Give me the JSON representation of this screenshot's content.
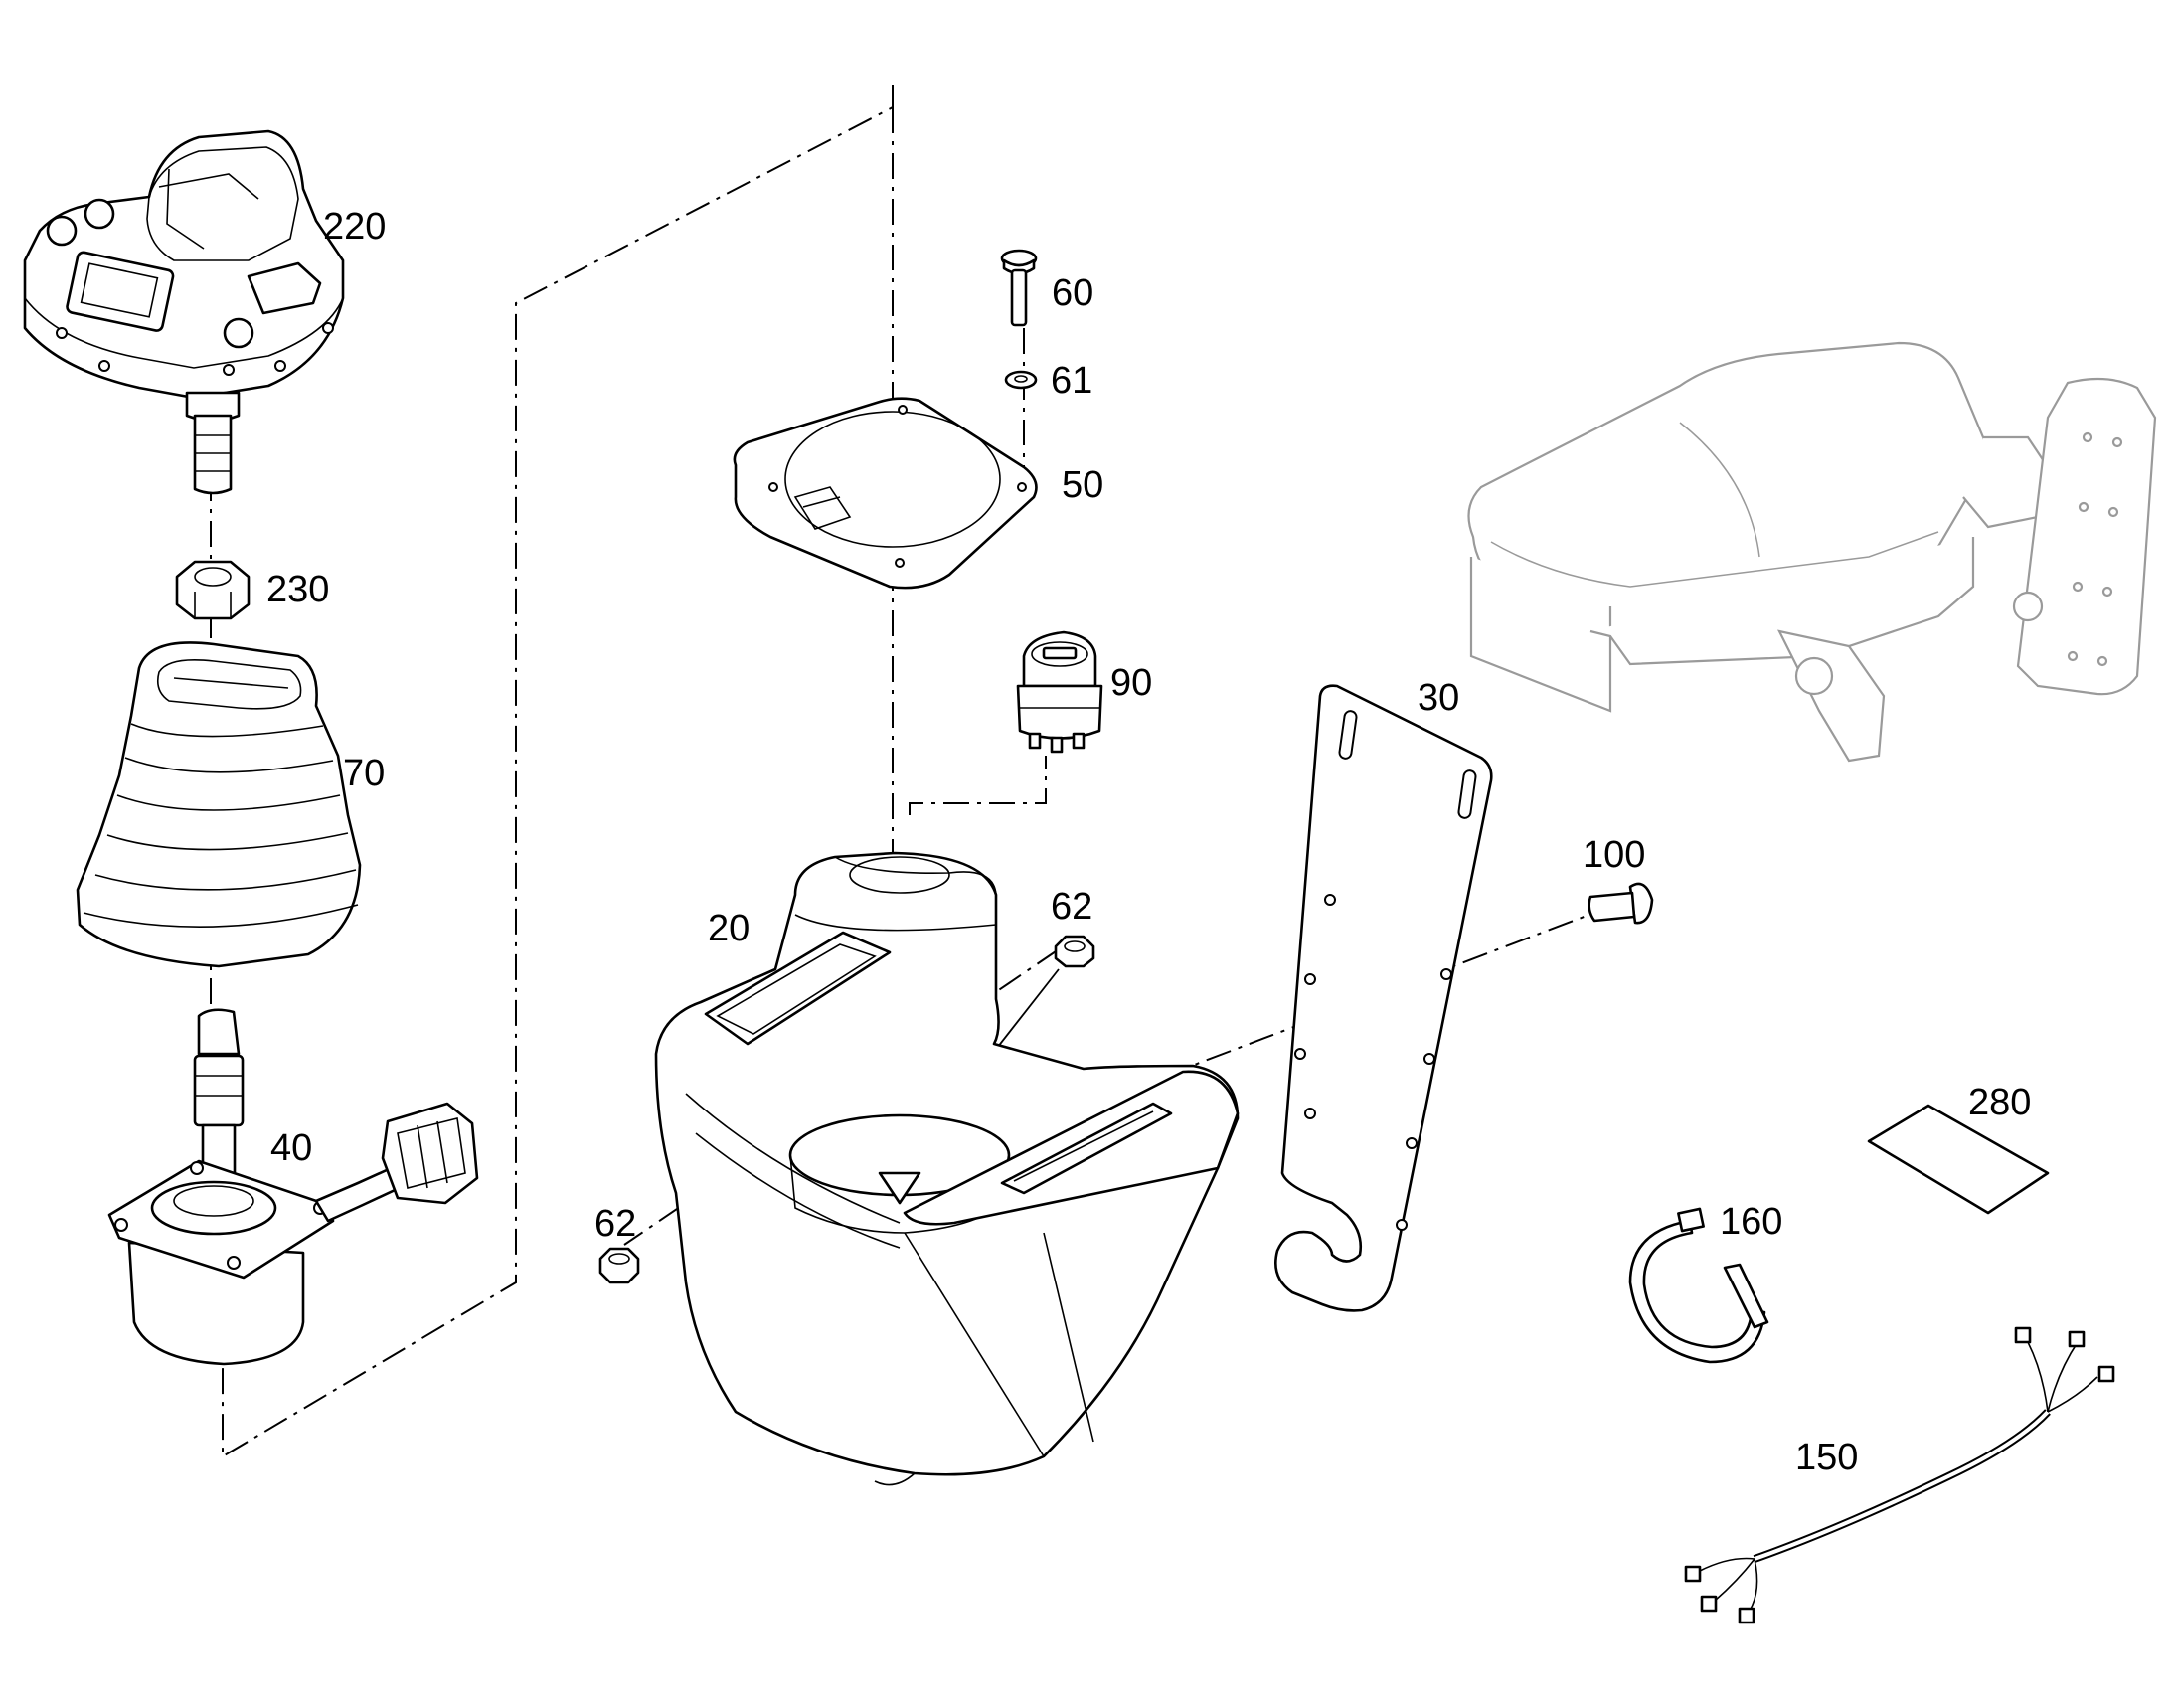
{
  "diagram": {
    "type": "exploded-parts-view",
    "callouts": [
      {
        "id": "c220",
        "label": "220",
        "part": "joystick-grip-handle"
      },
      {
        "id": "c230",
        "label": "230",
        "part": "hex-nut"
      },
      {
        "id": "c70",
        "label": "70",
        "part": "rubber-bellows-boot"
      },
      {
        "id": "c40",
        "label": "40",
        "part": "joystick-valve-unit"
      },
      {
        "id": "c60",
        "label": "60",
        "part": "screw"
      },
      {
        "id": "c61",
        "label": "61",
        "part": "washer"
      },
      {
        "id": "c50",
        "label": "50",
        "part": "cover-plate"
      },
      {
        "id": "c90",
        "label": "90",
        "part": "ignition-switch"
      },
      {
        "id": "c20",
        "label": "20",
        "part": "control-console-housing"
      },
      {
        "id": "c62a",
        "label": "62",
        "part": "nut"
      },
      {
        "id": "c62b",
        "label": "62",
        "part": "nut"
      },
      {
        "id": "c30",
        "label": "30",
        "part": "mounting-bracket"
      },
      {
        "id": "c100",
        "label": "100",
        "part": "carriage-bolt"
      },
      {
        "id": "c280",
        "label": "280",
        "part": "label-sticker"
      },
      {
        "id": "c160",
        "label": "160",
        "part": "cable-tie"
      },
      {
        "id": "c150",
        "label": "150",
        "part": "wiring-harness"
      }
    ]
  }
}
